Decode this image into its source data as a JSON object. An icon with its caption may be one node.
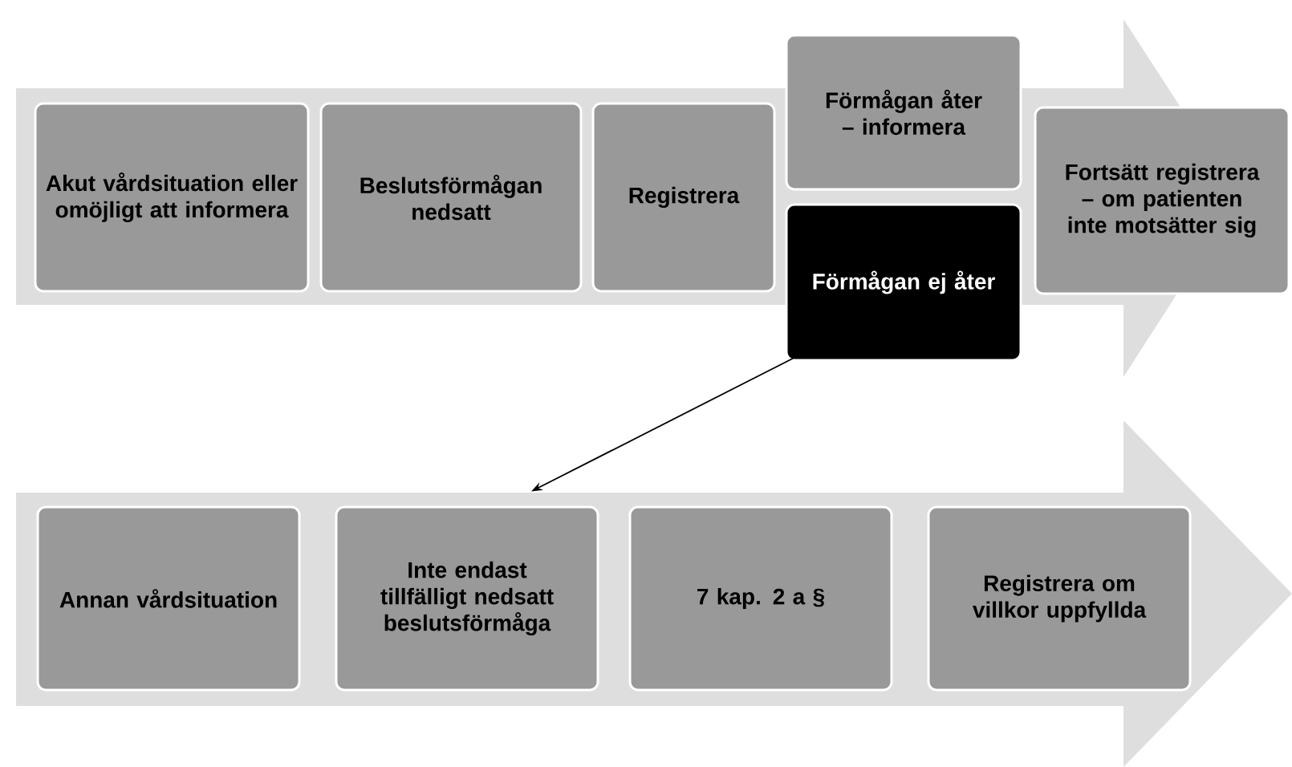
{
  "diagram": {
    "nodes": [
      {
        "text": [
          "Akut vårdsituation eller omöjligt att informera"
        ]
      },
      {
        "text": [
          "Beslutsförmågan nedsatt"
        ]
      },
      {
        "text": [
          "Registrera"
        ]
      },
      {
        "text": [
          "Förmågan åter – informera"
        ]
      },
      {
        "text": [
          "Förmågan ej åter"
        ]
      },
      {
        "text": [
          "Fortsätt registrera – om patienten inte motsätter sig"
        ]
      },
      {
        "text": [
          "Annan vårdsituation"
        ]
      },
      {
        "text": [
          "Inte endast tillfälligt nedsatt beslutsförmåga"
        ]
      },
      {
        "text": [
          "7 kap. 2 a §"
        ]
      },
      {
        "text": [
          "Registrera om villkor uppfyllda"
        ]
      }
    ],
    "edges": [
      {
        "from": 4,
        "to": 7,
        "arrow": "to"
      }
    ]
  }
}
